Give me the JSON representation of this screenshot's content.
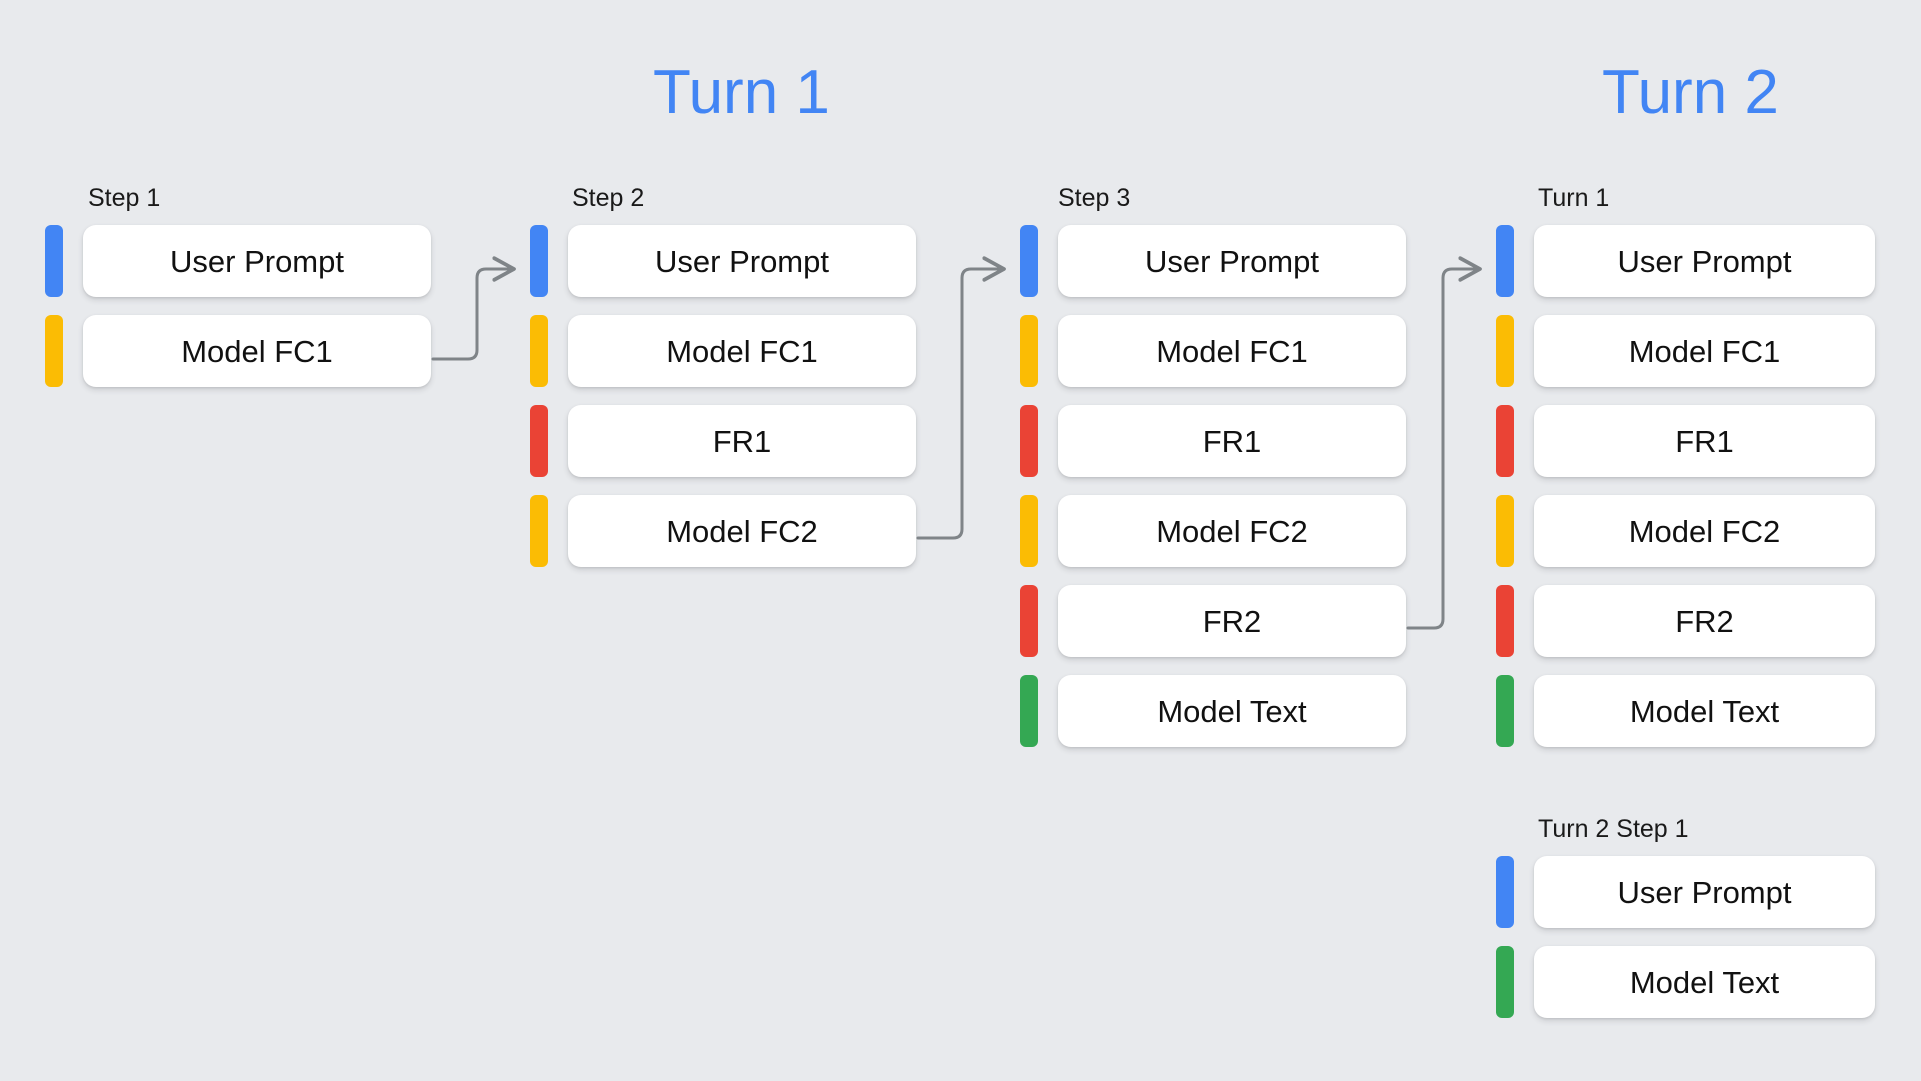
{
  "background_color": "#e8eaed",
  "palette": {
    "blue": "#4285f4",
    "yellow": "#fbbc04",
    "red": "#ea4335",
    "green": "#34a853",
    "card_background": "#ffffff",
    "text": "#111111",
    "connector": "#7f8488"
  },
  "titles": [
    {
      "label": "Turn 1",
      "color": "#4285f4"
    },
    {
      "label": "Turn 2",
      "color": "#4285f4"
    }
  ],
  "columns": [
    {
      "header": "Step 1",
      "rows": [
        {
          "label": "User Prompt",
          "color": "blue"
        },
        {
          "label": "Model FC1",
          "color": "yellow"
        }
      ]
    },
    {
      "header": "Step 2",
      "rows": [
        {
          "label": "User Prompt",
          "color": "blue"
        },
        {
          "label": "Model FC1",
          "color": "yellow"
        },
        {
          "label": "FR1",
          "color": "red"
        },
        {
          "label": "Model FC2",
          "color": "yellow"
        }
      ]
    },
    {
      "header": "Step 3",
      "rows": [
        {
          "label": "User Prompt",
          "color": "blue"
        },
        {
          "label": "Model FC1",
          "color": "yellow"
        },
        {
          "label": "FR1",
          "color": "red"
        },
        {
          "label": "Model FC2",
          "color": "yellow"
        },
        {
          "label": "FR2",
          "color": "red"
        },
        {
          "label": "Model Text",
          "color": "green"
        }
      ]
    },
    {
      "header": "Turn 1",
      "rows": [
        {
          "label": "User Prompt",
          "color": "blue"
        },
        {
          "label": "Model FC1",
          "color": "yellow"
        },
        {
          "label": "FR1",
          "color": "red"
        },
        {
          "label": "Model FC2",
          "color": "yellow"
        },
        {
          "label": "FR2",
          "color": "red"
        },
        {
          "label": "Model Text",
          "color": "green"
        }
      ]
    },
    {
      "header": "Turn 2 Step 1",
      "rows": [
        {
          "label": "User Prompt",
          "color": "blue"
        },
        {
          "label": "Model Text",
          "color": "green"
        }
      ]
    }
  ],
  "connectors": [
    {
      "from": "step1-model-fc1",
      "to": "step2-user-prompt"
    },
    {
      "from": "step2-model-fc2",
      "to": "step3-user-prompt"
    },
    {
      "from": "step3-fr2",
      "to": "turn1-user-prompt"
    }
  ]
}
